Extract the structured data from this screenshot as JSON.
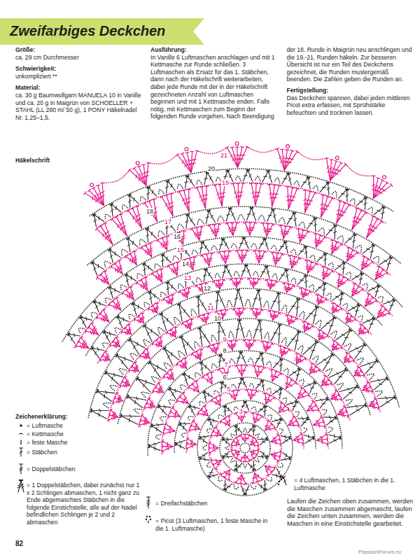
{
  "diagram": {
    "title": "Zweifarbiges Deckchen",
    "labels": [
      "Größe:",
      "ca. 29 cm Durchmesser",
      "Schwierigkeit:",
      "unkompliziert **",
      "Material:",
      "ca. 30 g Baumwollgarn MANUELA 10 in Vanille und ca. 20 g in Maigrün von SCHOELLER + STAHL (LL 280 m/ 50 g), 1 PONY Häkelnadel Nr. 1,25–1,5.",
      "Ausführung:",
      "In Vanille 6 Luftmaschen anschlagen und mit 1 Kettmasche zur Runde schließen. 3 Luftmaschen als Ersatz für das 1. Stäbchen, dann nach der Häkelschrift weiterarbeiten, dabei jede Runde mit der in der Häkelschrift gezeichneten Anzahl von Luftmaschen beginnen und mit 1 Kettmasche enden. Falls nötig, mit Kettmaschen zum Beginn der folgenden Runde vorgehen. Nach Beendigung der 18. Runde in Maigrün neu anschlingen und die 19.-21. Runden häkeln. Zur besseren Übersicht ist nur ein Teil des Deckchens gezeichnet, die Runden mustergemäß beenden. Die Zahlen geben die Runden an.",
      "Fertigstellung:",
      "Das Deckchen spannen, dabei jeden mittleren Picot extra erfassen, mit Sprühstärke befeuchten und trocknen lassen.",
      "Häkelschrift",
      "Zeichenerklärung:",
      "Laufen die Zeichen oben zusammen, werden die Maschen zusammen abgemascht, laufen die Zeichen unten zusammen, werden die Maschen in eine Einstichstelle gearbeitet.",
      "82",
      "PassionForum.ru",
      "3",
      "5",
      "6",
      "7",
      "8",
      "9",
      "10",
      "11",
      "12",
      "13",
      "14",
      "15",
      "16",
      "17",
      "18",
      "19",
      "20",
      "21"
    ],
    "legend": [
      {
        "text": "= Luftmasche"
      },
      {
        "text": "= Kettmasche"
      },
      {
        "text": "= feste Masche"
      },
      {
        "text": "= Stäbchen"
      },
      {
        "text": "= Doppelstäbchen"
      },
      {
        "text": "= 1 Doppelstäbchen, dabei zunächst nur 1 x 2 Schlingen abmaschen, 1 nicht ganz zu Ende abgemaschtes Stäbchen in die folgende Einstichstelle, alle auf der Nadel befindlichen Schlingen je 2 und 2 abmaschen"
      },
      {
        "text": "= Dreifachstäbchen"
      },
      {
        "text": "= Picot (3 Luftmaschen, 1 feste Masche in die 1. Luftmasche)"
      },
      {
        "text": "= 4 Luftmaschen, 1 Stäbchen in die 1. Luftmasche"
      }
    ]
  }
}
